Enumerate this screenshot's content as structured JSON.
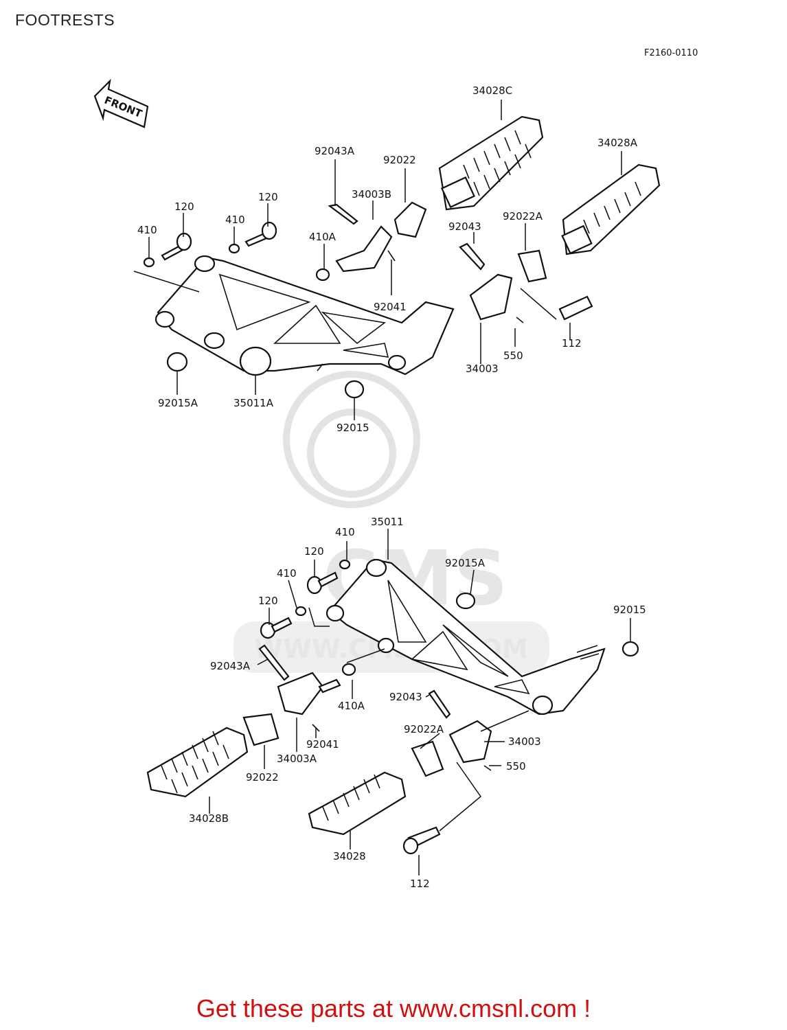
{
  "header": {
    "title": "FOOTRESTS",
    "diagram_code": "F2160-0110"
  },
  "front_arrow": {
    "label": "FRONT"
  },
  "watermark": {
    "logo_text": "CMS",
    "url_text": "WWW.CMSNL.COM"
  },
  "callouts": [
    {
      "id": "c1",
      "label": "34028C"
    },
    {
      "id": "c2",
      "label": "34028A"
    },
    {
      "id": "c3",
      "label": "92043A"
    },
    {
      "id": "c4",
      "label": "92022"
    },
    {
      "id": "c5",
      "label": "34003B"
    },
    {
      "id": "c6",
      "label": "120"
    },
    {
      "id": "c7",
      "label": "120"
    },
    {
      "id": "c8",
      "label": "410"
    },
    {
      "id": "c9",
      "label": "410"
    },
    {
      "id": "c10",
      "label": "410A"
    },
    {
      "id": "c11",
      "label": "92043"
    },
    {
      "id": "c12",
      "label": "92022A"
    },
    {
      "id": "c13",
      "label": "92041"
    },
    {
      "id": "c14",
      "label": "112"
    },
    {
      "id": "c15",
      "label": "550"
    },
    {
      "id": "c16",
      "label": "34003"
    },
    {
      "id": "c17",
      "label": "92015A"
    },
    {
      "id": "c18",
      "label": "35011A"
    },
    {
      "id": "c19",
      "label": "92015"
    },
    {
      "id": "c20",
      "label": "35011"
    },
    {
      "id": "c21",
      "label": "410"
    },
    {
      "id": "c22",
      "label": "120"
    },
    {
      "id": "c23",
      "label": "410"
    },
    {
      "id": "c24",
      "label": "92015A"
    },
    {
      "id": "c25",
      "label": "120"
    },
    {
      "id": "c26",
      "label": "92015"
    },
    {
      "id": "c27",
      "label": "92043A"
    },
    {
      "id": "c28",
      "label": "92043"
    },
    {
      "id": "c29",
      "label": "410A"
    },
    {
      "id": "c30",
      "label": "92022A"
    },
    {
      "id": "c31",
      "label": "34003"
    },
    {
      "id": "c32",
      "label": "92041"
    },
    {
      "id": "c33",
      "label": "550"
    },
    {
      "id": "c34",
      "label": "34003A"
    },
    {
      "id": "c35",
      "label": "92022"
    },
    {
      "id": "c36",
      "label": "34028B"
    },
    {
      "id": "c37",
      "label": "34028"
    },
    {
      "id": "c38",
      "label": "112"
    }
  ],
  "footer": {
    "cta": "Get these parts at www.cmsnl.com !"
  }
}
